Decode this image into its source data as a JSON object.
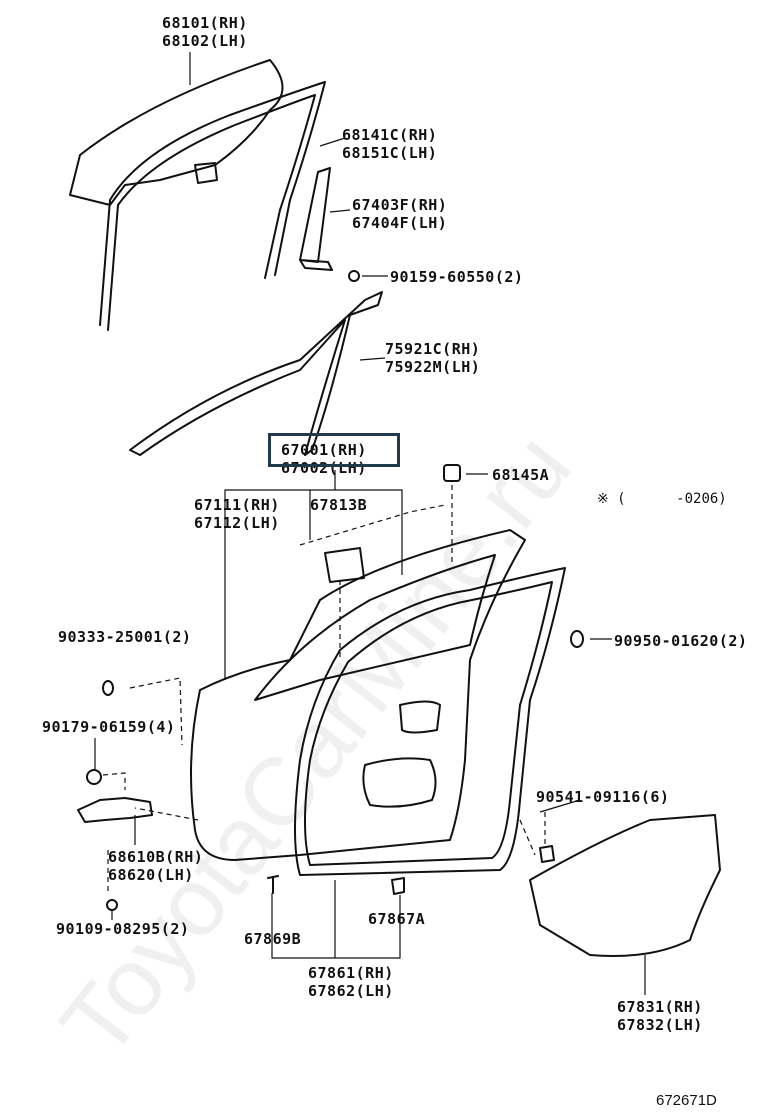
{
  "diagram_id": "672671D",
  "watermark": "ToyotaCarMine.ru",
  "note": "※ (      -0206)",
  "highlighted_part": "67001(RH)",
  "parts": [
    {
      "id": "p68101",
      "line1": "68101(RH)",
      "line2": "68102(LH)"
    },
    {
      "id": "p68141",
      "line1": "68141C(RH)",
      "line2": "68151C(LH)"
    },
    {
      "id": "p67403",
      "line1": "67403F(RH)",
      "line2": "67404F(LH)"
    },
    {
      "id": "p90159",
      "line1": "90159-60550(2)",
      "line2": ""
    },
    {
      "id": "p75921",
      "line1": "75921C(RH)",
      "line2": "75922M(LH)"
    },
    {
      "id": "p67001",
      "line1": "67001(RH)",
      "line2": "67002(LH)"
    },
    {
      "id": "p68145",
      "line1": "68145A",
      "line2": ""
    },
    {
      "id": "p67111",
      "line1": "67111(RH)",
      "line2": "67112(LH)"
    },
    {
      "id": "p67813",
      "line1": "67813B",
      "line2": ""
    },
    {
      "id": "p90333",
      "line1": "90333-25001(2)",
      "line2": ""
    },
    {
      "id": "p90950",
      "line1": "90950-01620(2)",
      "line2": ""
    },
    {
      "id": "p90179",
      "line1": "90179-06159(4)",
      "line2": ""
    },
    {
      "id": "p90541",
      "line1": "90541-09116(6)",
      "line2": ""
    },
    {
      "id": "p68610",
      "line1": "68610B(RH)",
      "line2": "68620(LH)"
    },
    {
      "id": "p90109",
      "line1": "90109-08295(2)",
      "line2": ""
    },
    {
      "id": "p67869",
      "line1": "67869B",
      "line2": ""
    },
    {
      "id": "p67867",
      "line1": "67867A",
      "line2": ""
    },
    {
      "id": "p67861",
      "line1": "67861(RH)",
      "line2": "67862(LH)"
    },
    {
      "id": "p67831",
      "line1": "67831(RH)",
      "line2": "67832(LH)"
    }
  ]
}
